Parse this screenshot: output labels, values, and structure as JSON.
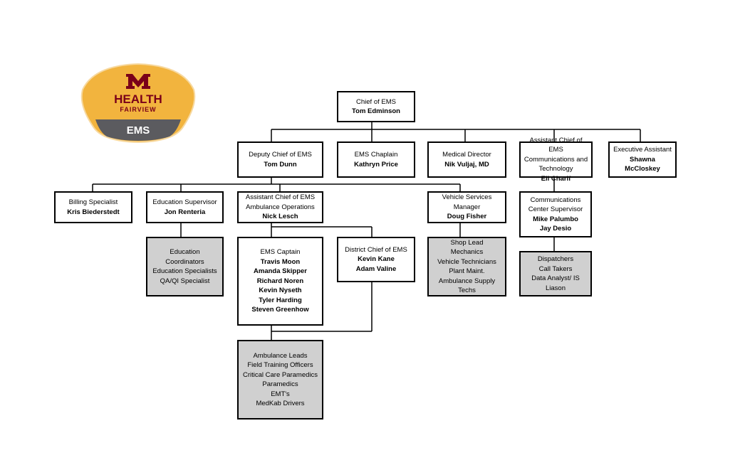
{
  "logo": {
    "brand_line1": "HEALTH",
    "brand_line2": "FAIRVIEW",
    "band_text": "EMS",
    "colors": {
      "gold": "#f2b43e",
      "maroon": "#7a0019",
      "band": "#5b5b5f"
    }
  },
  "nodes": {
    "chief": {
      "title": [
        "Chief of EMS"
      ],
      "names": [
        "Tom Edminson"
      ]
    },
    "deputy": {
      "title": [
        "Deputy Chief of EMS"
      ],
      "names": [
        "Tom Dunn"
      ]
    },
    "chaplain": {
      "title": [
        "EMS Chaplain"
      ],
      "names": [
        "Kathryn Price"
      ]
    },
    "medical": {
      "title": [
        "Medical Director"
      ],
      "names": [
        "Nik Vuljaj, MD"
      ]
    },
    "asst_comm": {
      "title": [
        "Assistant Chief of EMS",
        "Communications and",
        "Technology"
      ],
      "names": [
        "Eli Charif"
      ]
    },
    "exec_asst": {
      "title": [
        "Executive Assistant"
      ],
      "names": [
        "Shawna McCloskey"
      ]
    },
    "billing": {
      "title": [
        "Billing Specialist"
      ],
      "names": [
        "Kris Biederstedt"
      ]
    },
    "education": {
      "title": [
        "Education Supervisor"
      ],
      "names": [
        "Jon Renteria"
      ]
    },
    "asst_amb": {
      "title": [
        "Assistant Chief of EMS",
        "Ambulance Operations"
      ],
      "names": [
        "Nick Lesch"
      ]
    },
    "vehicle": {
      "title": [
        "Vehicle Services",
        "Manager"
      ],
      "names": [
        "Doug Fisher"
      ]
    },
    "comm_center": {
      "title": [
        "Communications",
        "Center Supervisor"
      ],
      "names": [
        "Mike Palumbo",
        "Jay Desio"
      ]
    },
    "edu_staff": {
      "title": [
        "Education Coordinators",
        "Education Specialists",
        "QA/QI Specialist"
      ],
      "names": []
    },
    "captain": {
      "title": [
        "EMS Captain"
      ],
      "names": [
        "Travis Moon",
        "Amanda Skipper",
        "Richard Noren",
        "Kevin Nyseth",
        "Tyler Harding",
        "Steven Greenhow"
      ]
    },
    "district": {
      "title": [
        "District Chief of EMS"
      ],
      "names": [
        "Kevin Kane",
        "Adam Valine"
      ]
    },
    "shop": {
      "title": [
        "Shop Lead",
        "Mechanics",
        "Vehicle Technicians",
        "Plant Maint.",
        "Ambulance Supply Techs"
      ],
      "names": []
    },
    "dispatch": {
      "title": [
        "Dispatchers",
        "Call Takers",
        "Data Analyst/ IS Liason"
      ],
      "names": []
    },
    "crews": {
      "title": [
        "Ambulance Leads",
        "Field Training Officers",
        "Critical Care Paramedics",
        "Paramedics",
        "EMT's",
        "MedKab Drivers"
      ],
      "names": []
    }
  }
}
